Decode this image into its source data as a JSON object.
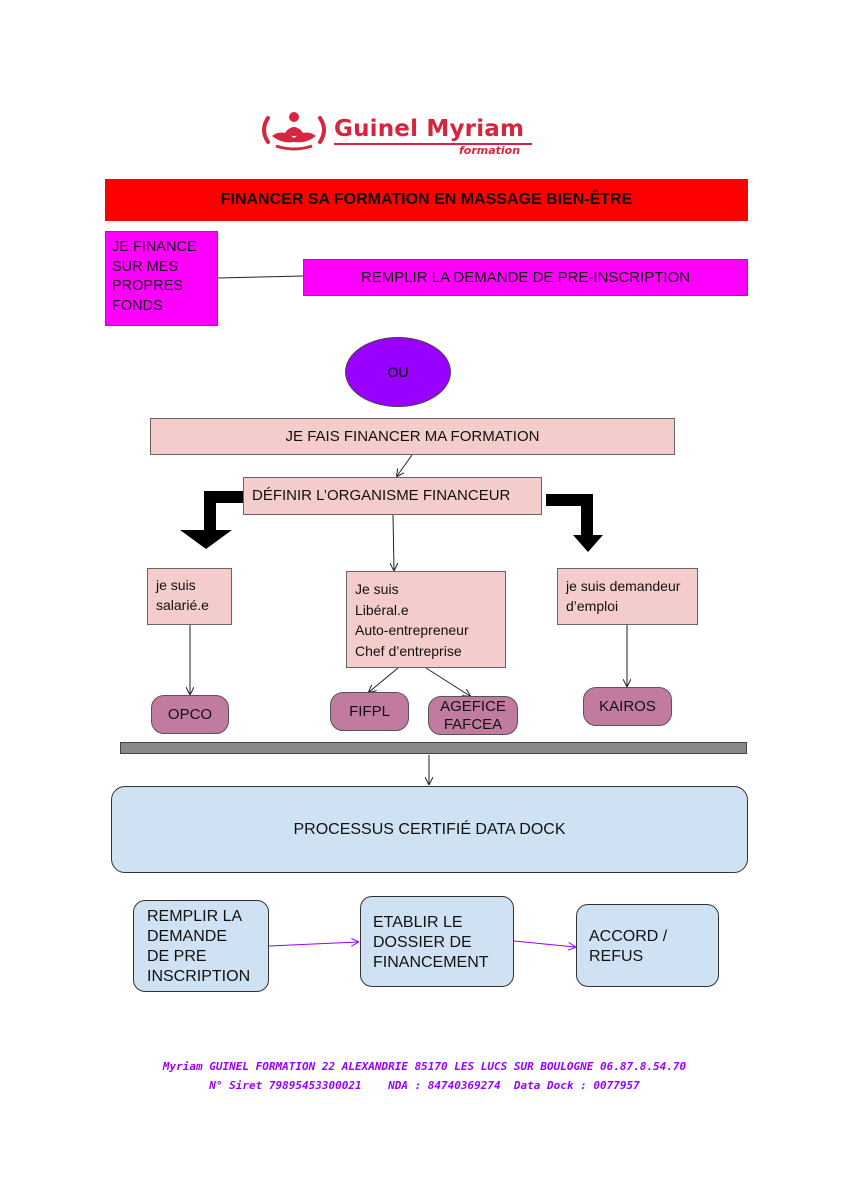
{
  "logo": {
    "name": "Guinel Myriam",
    "subtitle": "formation"
  },
  "title": "FINANCER SA FORMATION EN MASSAGE BIEN-ÊTRE",
  "self_funded": {
    "box": "JE FINANCE SUR MES PROPRES FONDS",
    "action": "REMPLIR LA DEMANDE DE PRE-INSCRIPTION"
  },
  "or_label": "OU",
  "financed": {
    "box": "JE FAIS FINANCER MA FORMATION",
    "define": "DÉFINIR L’ORGANISME FINANCEUR"
  },
  "categories": {
    "salarie": [
      "je suis",
      "salarié.e"
    ],
    "liberal": [
      "Je suis",
      "Libéral.e",
      "Auto-entrepreneur",
      "Chef d’entreprise"
    ],
    "demandeur": [
      "je suis demandeur",
      "d’emploi"
    ]
  },
  "funders": {
    "opco": "OPCO",
    "fifpl": "FIFPL",
    "agefice": [
      "AGEFICE",
      "FAFCEA"
    ],
    "kairos": "KAIROS"
  },
  "process": {
    "title": "PROCESSUS CERTIFIÉ DATA DOCK",
    "steps": [
      [
        "REMPLIR LA",
        "DEMANDE",
        "DE PRE",
        "INSCRIPTION"
      ],
      [
        "ETABLIR LE",
        "DOSSIER DE",
        "FINANCEMENT"
      ],
      [
        "ACCORD /",
        "REFUS"
      ]
    ]
  },
  "footer": {
    "line1": "Myriam GUINEL FORMATION 22 ALEXANDRIE 85170 LES LUCS SUR BOULOGNE 06.87.8.54.70",
    "line2": "N° Siret 79895453300021    NDA : 84740369274  Data Dock : 0077957"
  },
  "colors": {
    "title_bar": "#ff0000",
    "magenta": "#ff00ff",
    "purple": "#9900ff",
    "pink": "#f4cccc",
    "mauve": "#c27ba0",
    "light_blue": "#cfe2f3",
    "logo_red": "#d6263f"
  }
}
